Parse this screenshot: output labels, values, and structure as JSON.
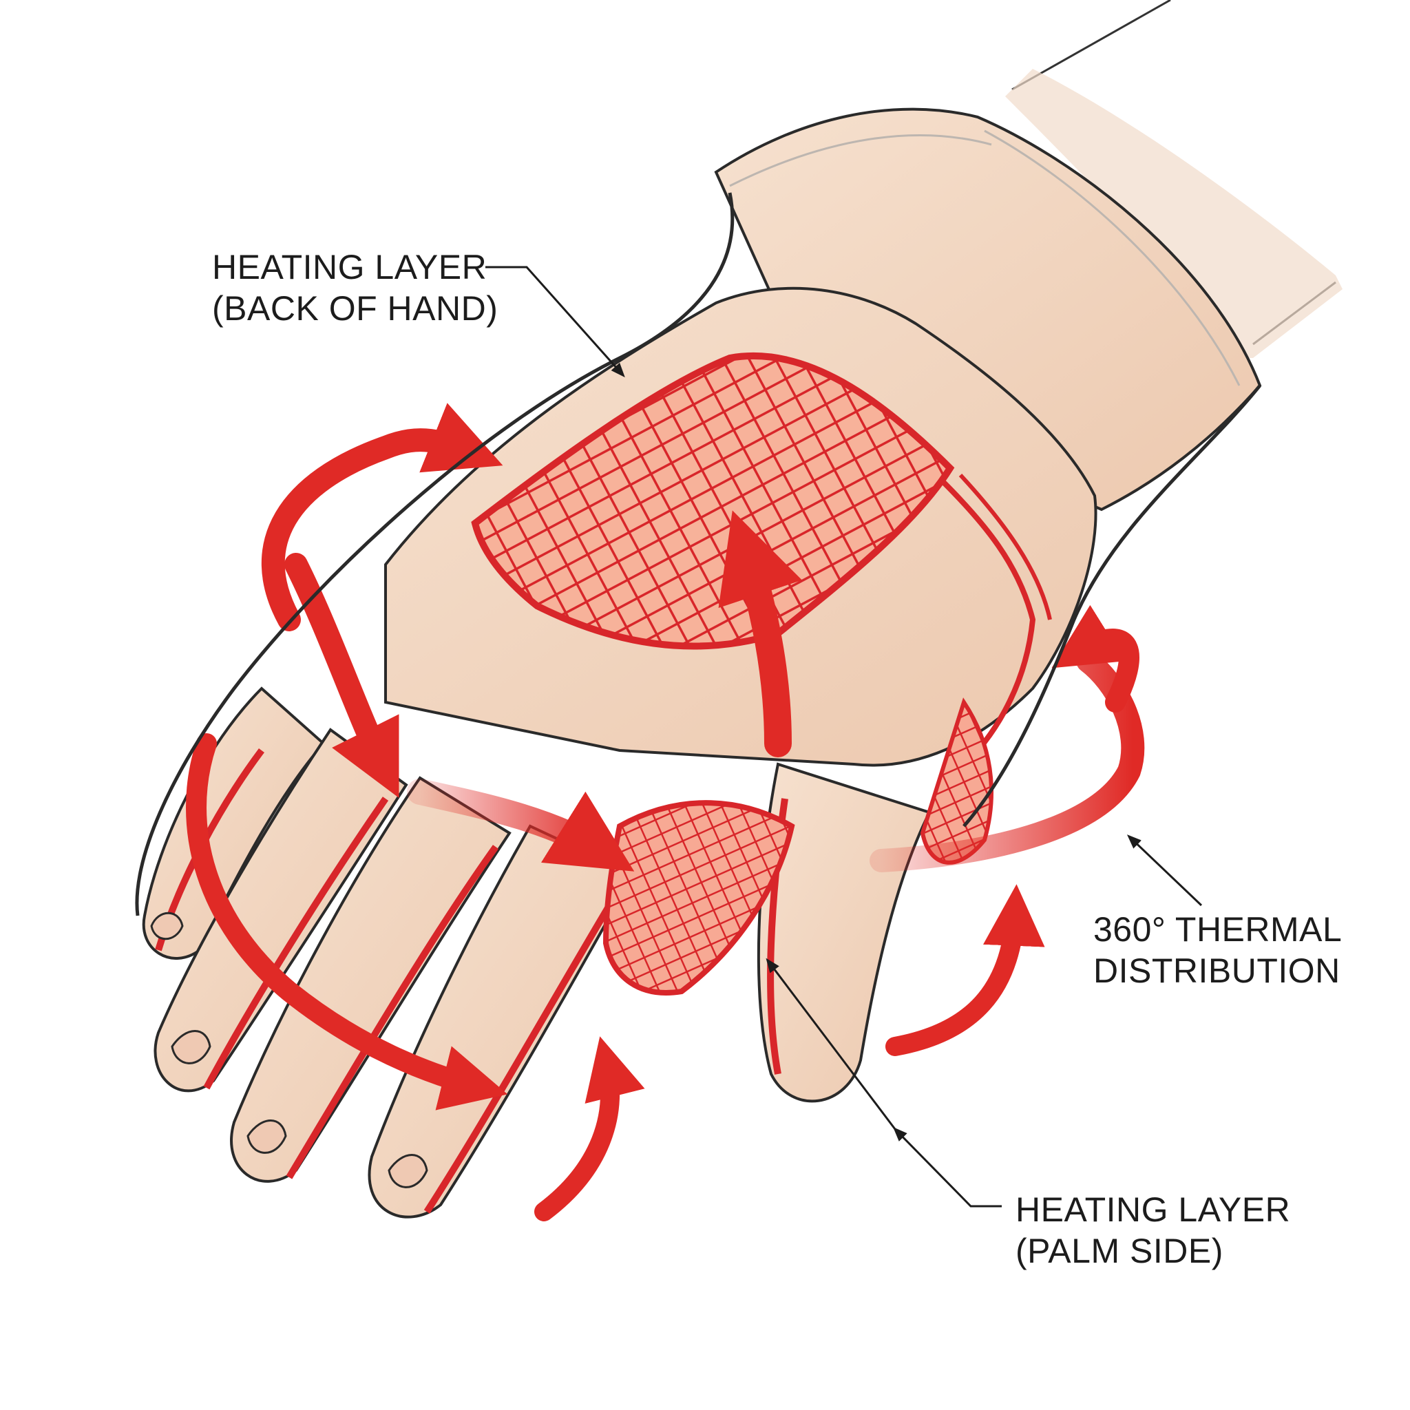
{
  "labels": {
    "back_of_hand": {
      "line1": "HEATING LAYER",
      "line2": "(BACK OF HAND)"
    },
    "thermal": {
      "line1": "360° THERMAL",
      "line2": "DISTRIBUTION"
    },
    "palm_side": {
      "line1": "HEATING LAYER",
      "line2": "(PALM SIDE)"
    }
  },
  "colors": {
    "skin": "#f3d9c4",
    "skin_shadow": "#e3bba0",
    "glove_outline": "#2a2a2a",
    "heating_red": "#d8262a",
    "heating_fill": "#f6a58c",
    "arrow_red": "#e02a26",
    "text": "#1c1c1c",
    "background": "#ffffff"
  }
}
